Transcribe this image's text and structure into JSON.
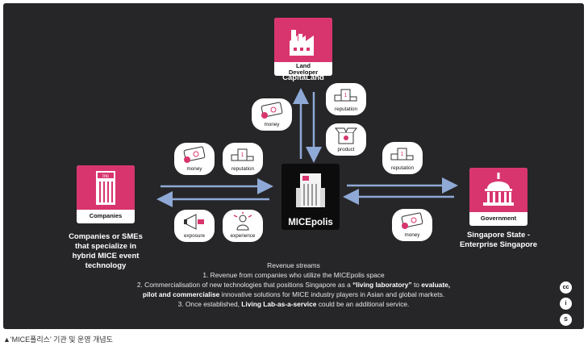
{
  "entities": {
    "land_developer": {
      "label_line1": "Land",
      "label_line2": "Developer",
      "caption": "CapitaLand"
    },
    "companies": {
      "label": "Companies",
      "caption_lines": [
        "Companies or SMEs",
        "that specialize in",
        "hybrid MICE event",
        "technology"
      ],
      "badge": "Inc"
    },
    "government": {
      "label": "Government",
      "caption_lines": [
        "Singapore State -",
        "Enterprise Singapore"
      ]
    },
    "micepolis": {
      "label": "MICEpolis"
    }
  },
  "flows": {
    "top_money": "money",
    "top_reputation": "reputation",
    "top_product": "product",
    "left_money": "money",
    "left_reputation": "reputation",
    "left_exposure": "exposure",
    "left_experience": "experience",
    "right_reputation": "reputation",
    "right_money": "money"
  },
  "revenue": {
    "title": "Revenue streams",
    "item1": "1.   Revenue from companies who utilize the MICEpolis space",
    "item2_pre": "2.   Commercialisation of new technologies that positions Singapore as a ",
    "item2_b1": "“living laboratory”",
    "item2_mid": " to ",
    "item2_b2": "evaluate,",
    "item2_b3": "pilot and commercialise",
    "item2_post": " innovative solutions for MICE industry players in Asian and global markets.",
    "item3_pre": "3.   Once established, ",
    "item3_b": "Living Lab-as-a-service",
    "item3_post": " could be an additional service."
  },
  "license_icons": [
    "cc-icon",
    "attribution-icon",
    "share-alike-icon"
  ],
  "license_glyphs": [
    "cc",
    "i",
    "S"
  ],
  "footer_caption": "▲'MICE폴리스' 기관 및 운영 개념도",
  "colors": {
    "background": "#262628",
    "accent": "#d8356f",
    "arrow": "#8fa9d6"
  }
}
